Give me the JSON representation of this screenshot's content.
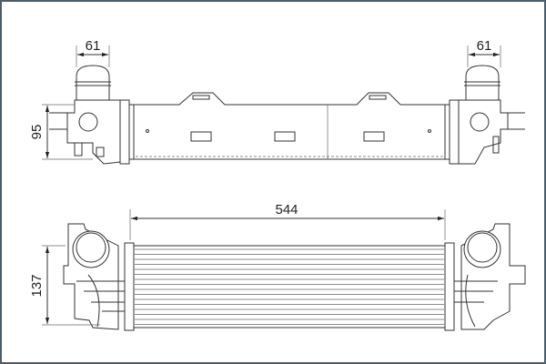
{
  "dimensions": {
    "top_left_outlet_width": "61",
    "top_right_outlet_width": "61",
    "top_view_height": "95",
    "core_length": "544",
    "front_view_height": "137"
  },
  "colors": {
    "line": "#333333",
    "frame": "#4d5e6a"
  }
}
